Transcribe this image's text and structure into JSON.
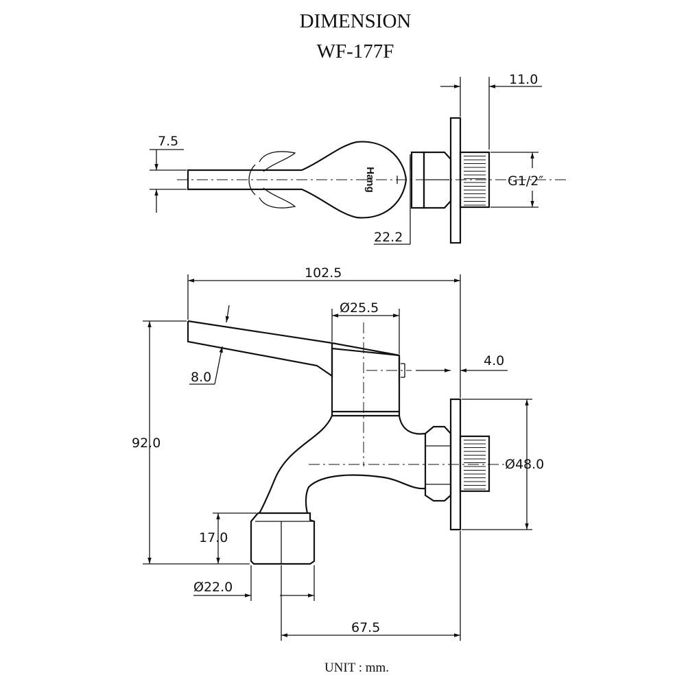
{
  "title": "DIMENSION",
  "model": "WF-177F",
  "unit": "UNIT : mm.",
  "brand": "Hang",
  "top_view": {
    "dim_flange_thickness": "11.0",
    "dim_handle_width": "7.5",
    "dim_thread": "G1/2″",
    "dim_hex": "22.2"
  },
  "front_view": {
    "dim_total_length": "102.5",
    "dim_body_diameter": "Ø25.5",
    "dim_handle_thickness": "8.0",
    "dim_gap": "4.0",
    "dim_total_height": "92.0",
    "dim_flange_diameter": "Ø48.0",
    "dim_outlet_height": "17.0",
    "dim_outlet_diameter": "Ø22.0",
    "dim_projection": "67.5"
  }
}
